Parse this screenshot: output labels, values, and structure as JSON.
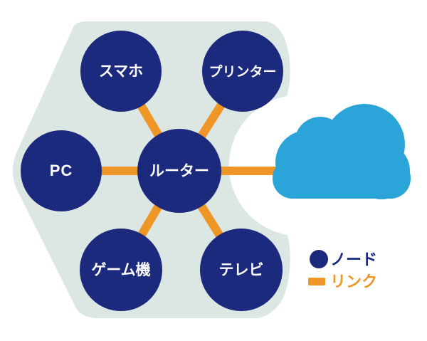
{
  "diagram": {
    "kind": "home-network-topology",
    "nodes": [
      {
        "id": "smartphone",
        "label": "スマホ"
      },
      {
        "id": "printer",
        "label": "プリンター"
      },
      {
        "id": "pc",
        "label": "PC"
      },
      {
        "id": "router",
        "label": "ルーター"
      },
      {
        "id": "game-console",
        "label": "ゲーム機"
      },
      {
        "id": "tv",
        "label": "テレビ"
      }
    ],
    "links": [
      {
        "from": "router",
        "to": "smartphone"
      },
      {
        "from": "router",
        "to": "printer"
      },
      {
        "from": "router",
        "to": "pc"
      },
      {
        "from": "router",
        "to": "game-console"
      },
      {
        "from": "router",
        "to": "tv"
      },
      {
        "from": "router",
        "to": "internet-cloud"
      }
    ],
    "cloud": {
      "id": "internet-cloud"
    },
    "legend": {
      "node_label": "ノード",
      "link_label": "リンク"
    },
    "colors": {
      "node_fill": "#1C2A7E",
      "link_stroke": "#EE9727",
      "area_background": "#DCE7E4",
      "cloud_fill": "#2BA4DA",
      "node_text": "#FFFFFF",
      "legend_node_text": "#1C2A7E",
      "legend_link_text": "#EE9727",
      "page_background": "#FFFFFF"
    }
  }
}
